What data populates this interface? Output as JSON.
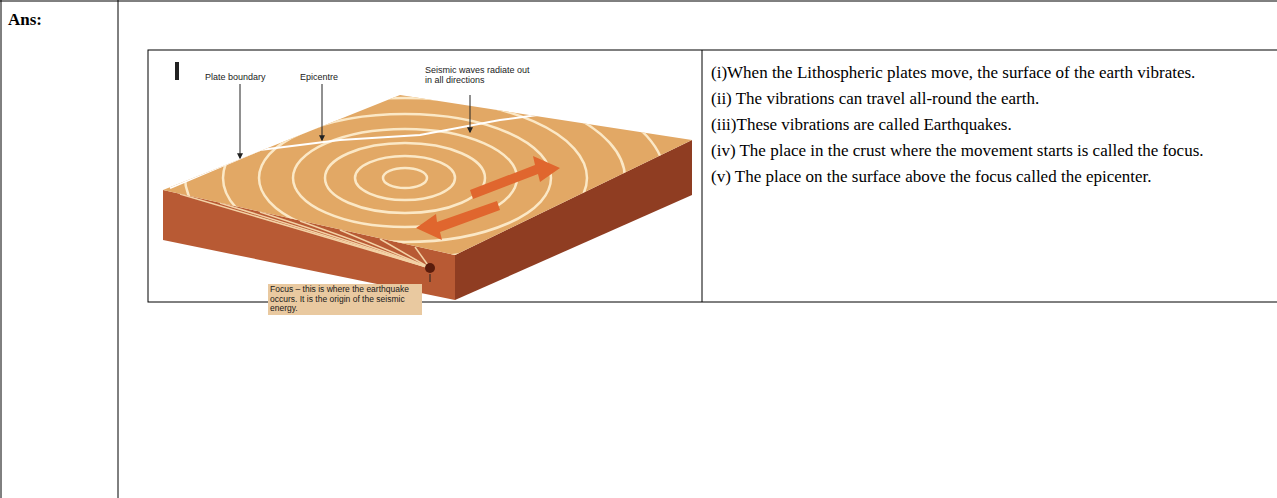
{
  "diagram": {
    "labels": [
      "Ans:",
      "Plate boundary",
      "Epicentre",
      "Seismic waves radiate out in all directions",
      "Focus – this is where the earthquake occurs. It is the origin of the seismic energy.",
      "(i)When the Lithospheric plates move, the surface of the earth vibrates.",
      "(ii) The vibrations can travel all-round the earth.",
      "(iii)These vibrations are called Earthquakes.",
      "(iv) The place in the crust where the movement starts is called the focus.",
      "(v) The place on the surface above the focus called the epicenter."
    ]
  }
}
